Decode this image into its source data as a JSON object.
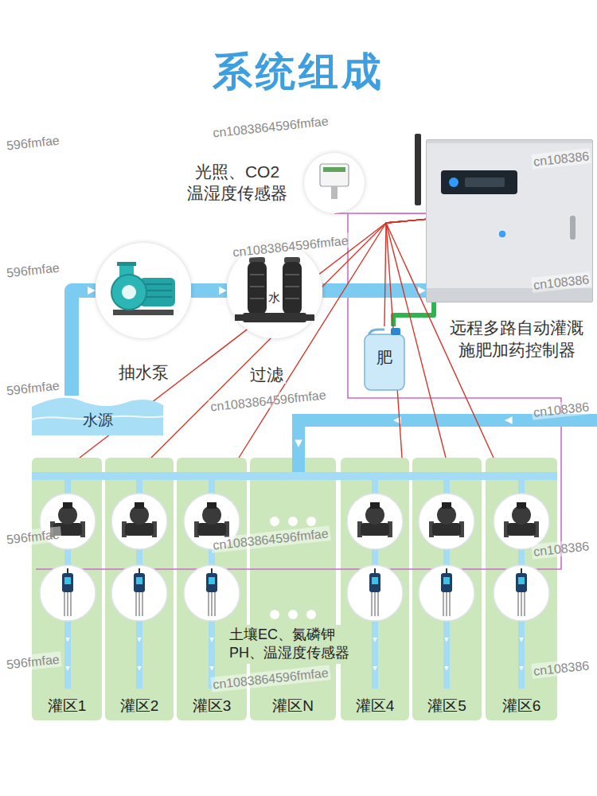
{
  "diagram": {
    "title": "系统组成",
    "nodes": [
      {
        "text": [
          "光照、CO2 温湿度传感器"
        ]
      },
      {
        "text": [
          "远程多路自动灌溉施肥加药控制器"
        ]
      },
      {
        "text": [
          "抽水泵"
        ]
      },
      {
        "text": [
          "过滤"
        ]
      },
      {
        "text": [
          "肥"
        ]
      },
      {
        "text": [
          "水源"
        ]
      },
      {
        "text": [
          "灌区1"
        ]
      },
      {
        "text": [
          "灌区2"
        ]
      },
      {
        "text": [
          "灌区3"
        ]
      },
      {
        "text": [
          "灌区N"
        ]
      },
      {
        "text": [
          "灌区4"
        ]
      },
      {
        "text": [
          "灌区5"
        ]
      },
      {
        "text": [
          "灌区6"
        ]
      }
    ],
    "edges": [
      {
        "from": 5,
        "to": 2,
        "arrow": "to"
      },
      {
        "from": 2,
        "to": 3,
        "arrow": "to"
      },
      {
        "from": 3,
        "to": 1,
        "arrow": "to"
      },
      {
        "from": 4,
        "to": 1,
        "arrow": "none"
      },
      {
        "from": 0,
        "to": 1,
        "arrow": "none"
      },
      {
        "from": 1,
        "to": 4,
        "arrow": "none"
      },
      {
        "from": 1,
        "to": 6,
        "arrow": "none"
      },
      {
        "from": 1,
        "to": 7,
        "arrow": "none"
      },
      {
        "from": 1,
        "to": 8,
        "arrow": "none"
      },
      {
        "from": 1,
        "to": 10,
        "arrow": "none"
      },
      {
        "from": 1,
        "to": 11,
        "arrow": "none"
      },
      {
        "from": 1,
        "to": 12,
        "arrow": "none"
      }
    ],
    "labels": [
      "596fmfae",
      "cn1083864596fmfae",
      "cn108386",
      "596fmfae",
      "cn1083864596fmfae",
      "cn108386",
      "水",
      "596fmfae",
      "cn1083864596fmfae",
      "cn108386",
      "596fmfae",
      "cn1083864596fmfae",
      "cn108386",
      "土壤EC、氮磷钾 PH、温湿度传感器",
      "596fmfae",
      "cn1083864596fmfae",
      "cn108386"
    ]
  }
}
